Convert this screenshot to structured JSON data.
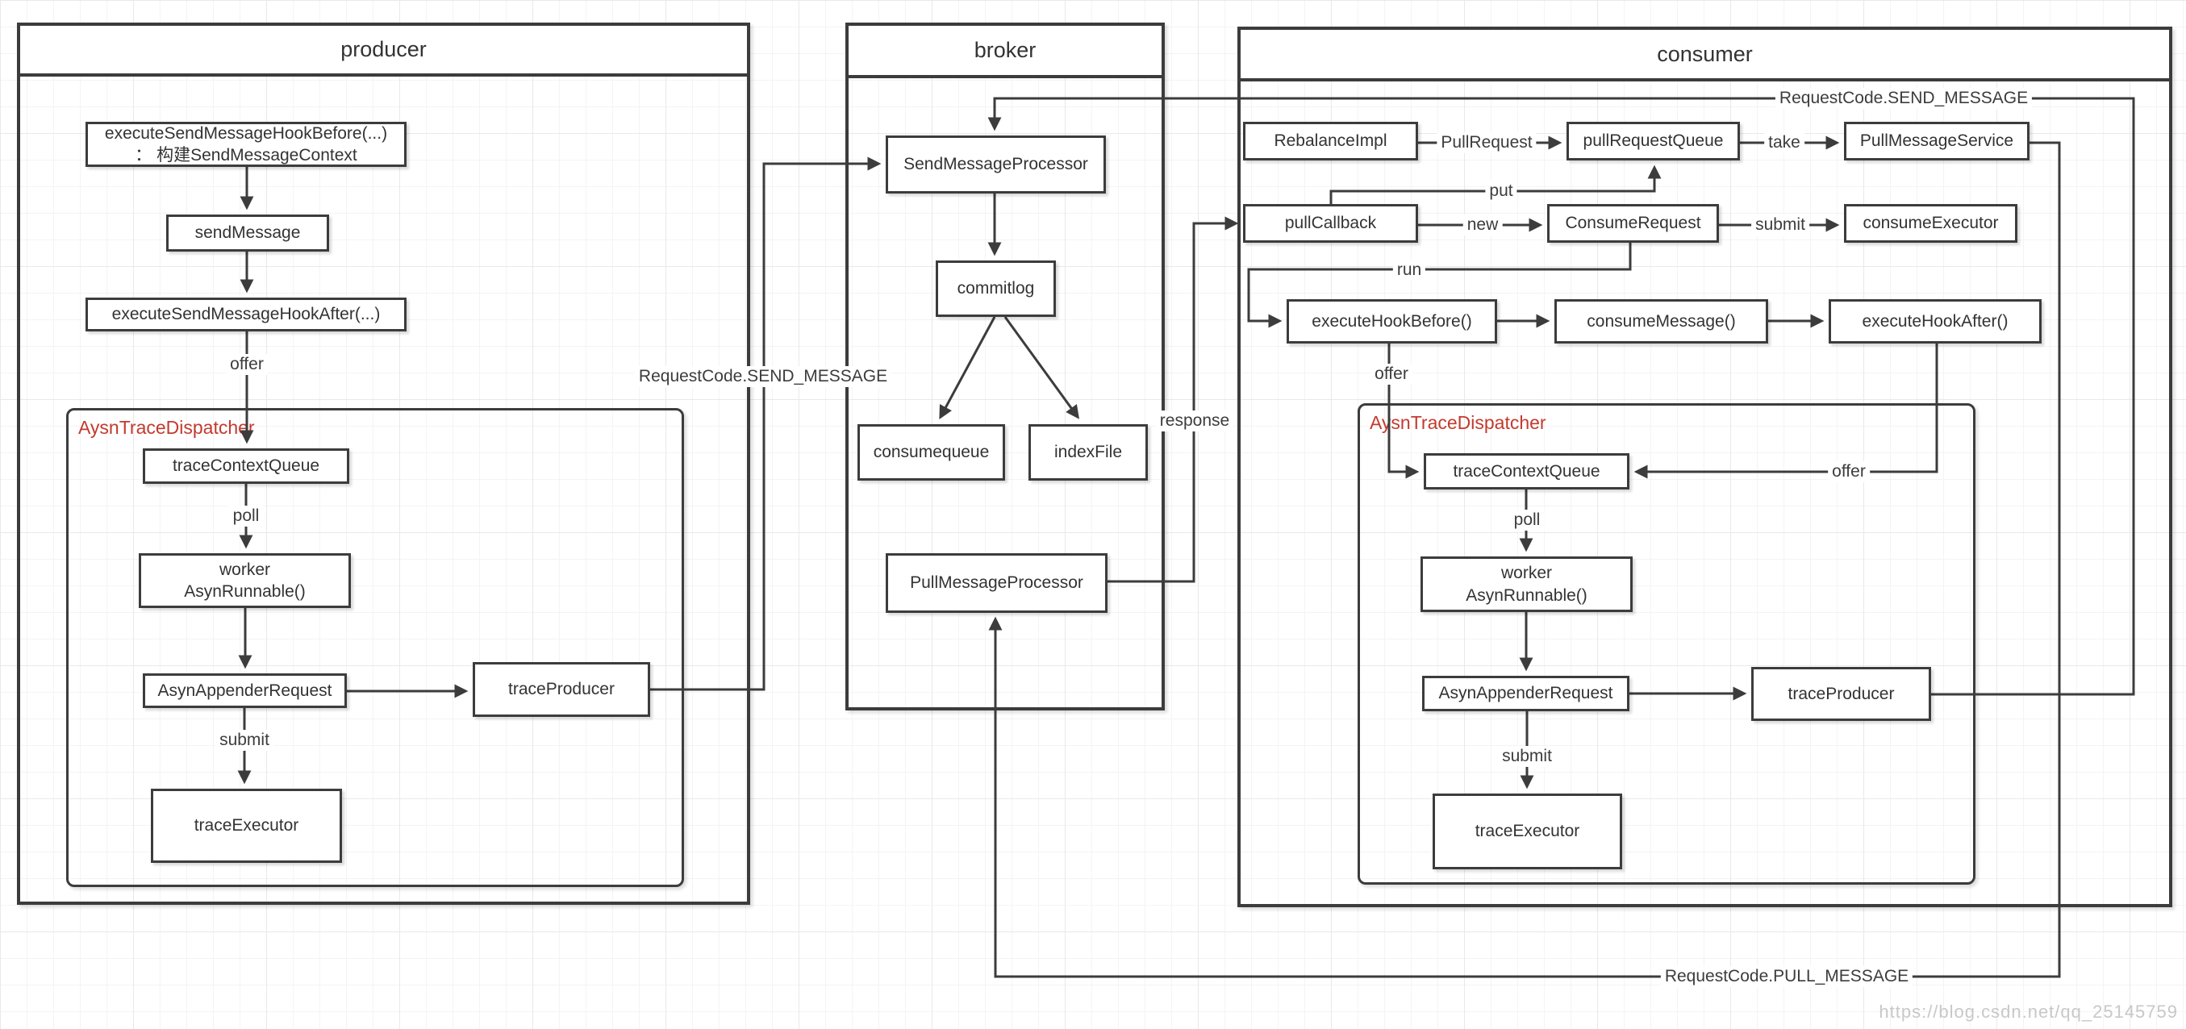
{
  "producer": {
    "title": "producer",
    "hook_before_l1": "executeSendMessageHookBefore(...)",
    "hook_before_l2": "： 构建SendMessageContext",
    "send_message": "sendMessage",
    "hook_after": "executeSendMessageHookAfter(...)",
    "offer": "offer",
    "dispatcher": "AysnTraceDispatcher",
    "trace_context_queue": "traceContextQueue",
    "poll": "poll",
    "worker_l1": "worker",
    "worker_l2": "AsynRunnable()",
    "asyn_appender_request": "AsynAppenderRequest",
    "trace_producer": "traceProducer",
    "submit": "submit",
    "trace_executor": "traceExecutor"
  },
  "broker": {
    "title": "broker",
    "send_message_processor": "SendMessageProcessor",
    "commitlog": "commitlog",
    "consumequeue": "consumequeue",
    "index_file": "indexFile",
    "pull_message_processor": "PullMessageProcessor"
  },
  "consumer": {
    "title": "consumer",
    "rebalance_impl": "RebalanceImpl",
    "pull_request": "PullRequest",
    "pull_request_queue": "pullRequestQueue",
    "take": "take",
    "pull_message_service": "PullMessageService",
    "pull_callback": "pullCallback",
    "put": "put",
    "new_label": "new",
    "consume_request": "ConsumeRequest",
    "submit_top": "submit",
    "consume_executor": "consumeExecutor",
    "run": "run",
    "execute_hook_before": "executeHookBefore()",
    "consume_message": "consumeMessage()",
    "execute_hook_after": "executeHookAfter()",
    "offer_left": "offer",
    "offer_right": "offer",
    "dispatcher": "AysnTraceDispatcher",
    "trace_context_queue": "traceContextQueue",
    "poll": "poll",
    "worker_l1": "worker",
    "worker_l2": "AsynRunnable()",
    "asyn_appender_request": "AsynAppenderRequest",
    "trace_producer": "traceProducer",
    "submit_bottom": "submit",
    "trace_executor": "traceExecutor"
  },
  "edges": {
    "send_message_producer_broker": "RequestCode.SEND_MESSAGE",
    "send_message_consumer_broker": "RequestCode.SEND_MESSAGE",
    "pull_message": "RequestCode.PULL_MESSAGE",
    "response": "response"
  },
  "colors": {
    "line": "#3c3c3c",
    "dispatcher_red": "#c43a2e"
  },
  "watermark": "https://blog.csdn.net/qq_25145759"
}
